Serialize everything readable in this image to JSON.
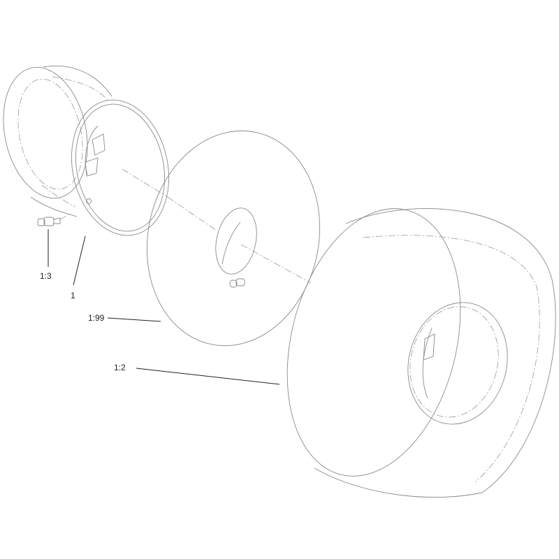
{
  "callouts": {
    "valve_stem": "1:3",
    "wheel_rim": "1",
    "inner_tube": "1:99",
    "tire": "1:2"
  }
}
